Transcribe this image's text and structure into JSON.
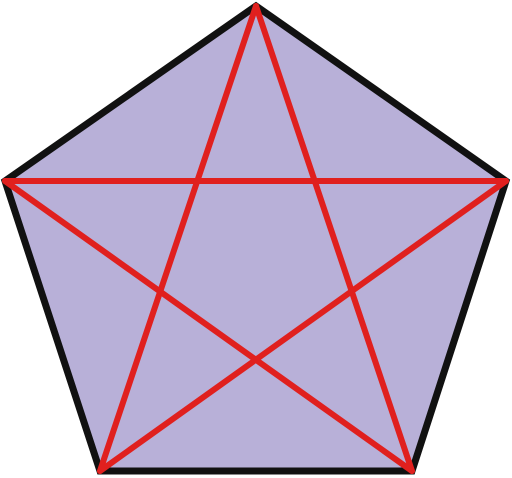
{
  "figure": {
    "shape": "regular-pentagon-with-inscribed-pentagram",
    "vertex_count": 5,
    "diagonal_count": 5,
    "colors": {
      "background": "#ffffff",
      "pentagon_fill": "#b8b0d8",
      "pentagon_outline": "#111111",
      "diagonal": "#e0201e"
    }
  }
}
